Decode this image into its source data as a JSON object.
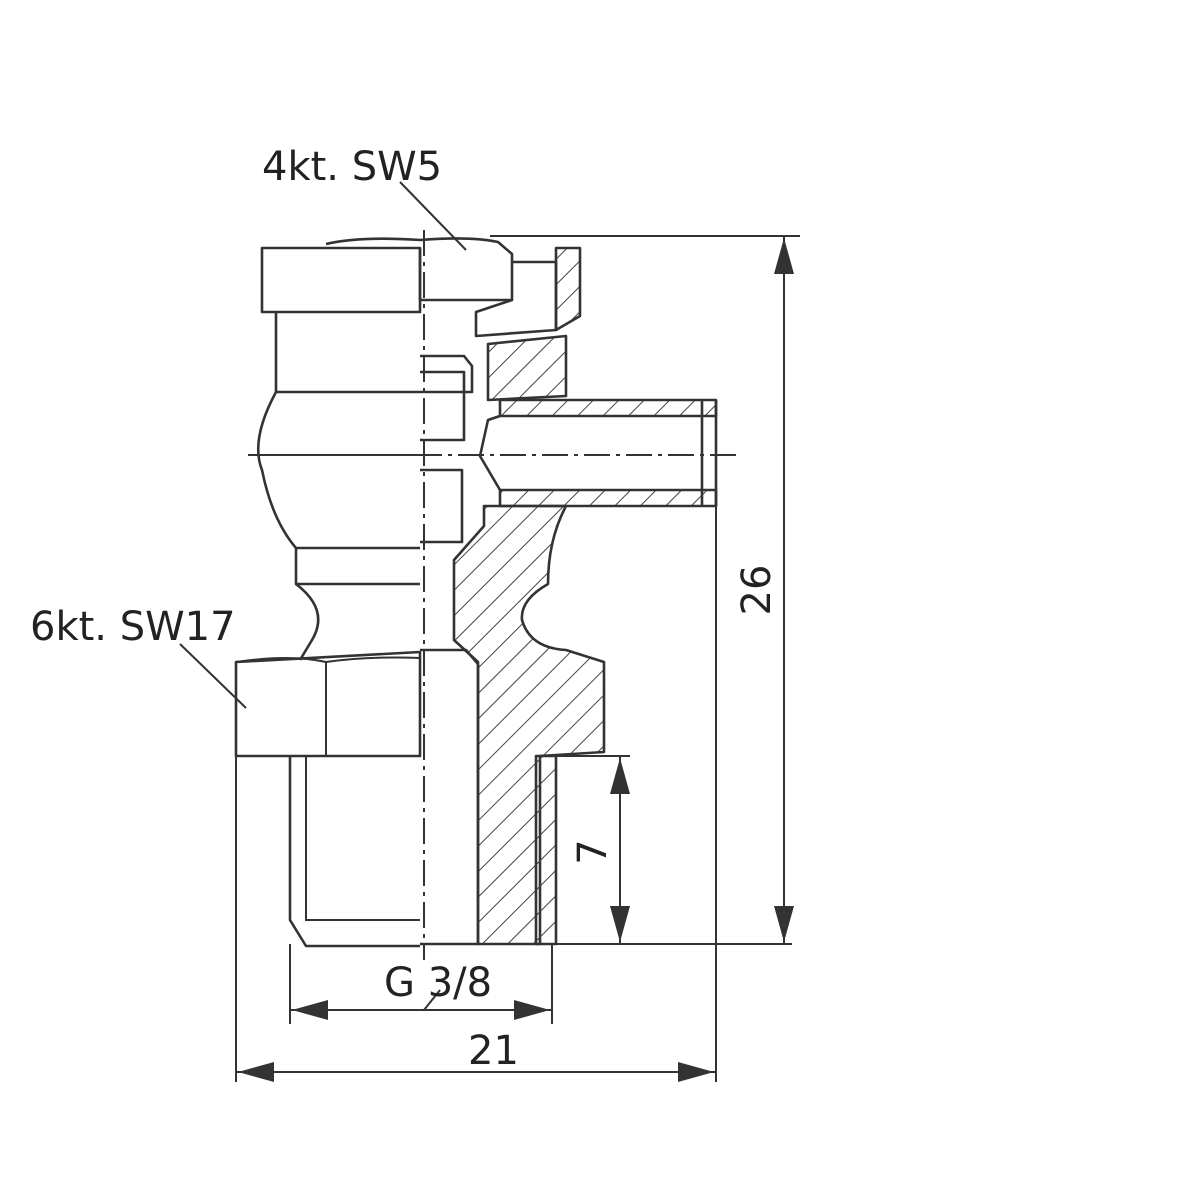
{
  "labels": {
    "hex_socket": "4kt. SW5",
    "hex_nut": "6kt. SW17",
    "thread": "G 3/8"
  },
  "dimensions": {
    "overall_height": "26",
    "thread_depth": "7",
    "overall_width": "21"
  },
  "colors": {
    "line": "#333333",
    "background": "#ffffff"
  }
}
